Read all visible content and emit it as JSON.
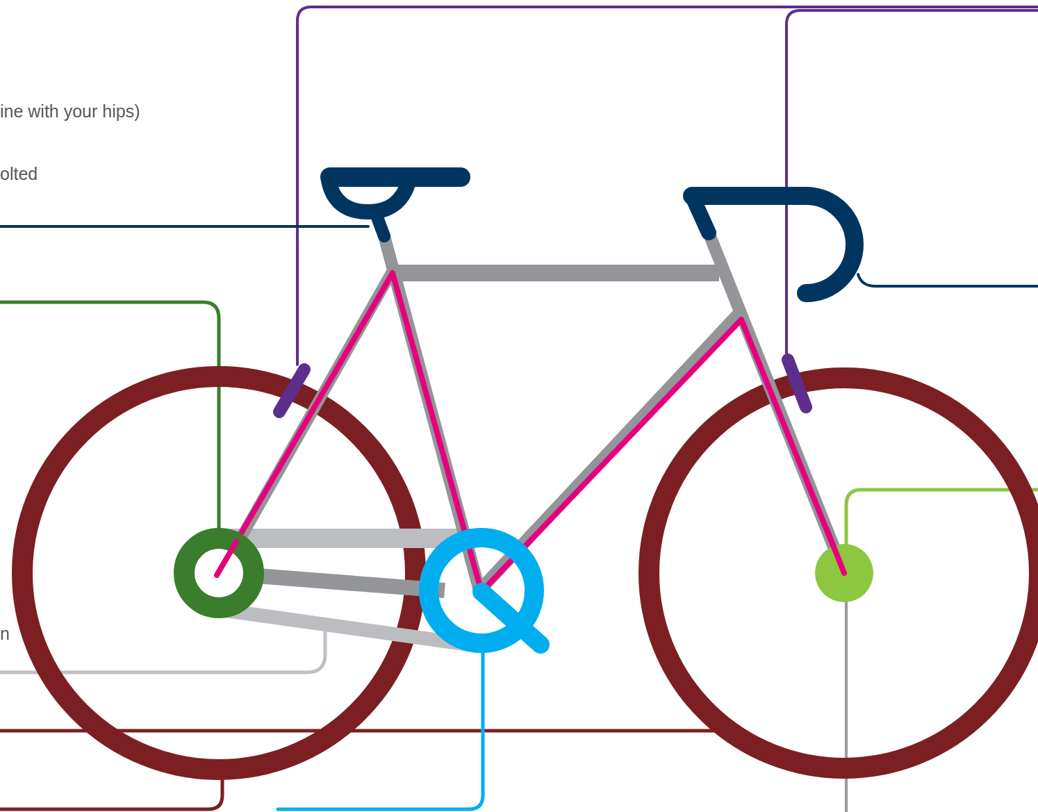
{
  "diagram": {
    "labels": [
      "ine with your hips)",
      "olted",
      "n"
    ]
  }
}
